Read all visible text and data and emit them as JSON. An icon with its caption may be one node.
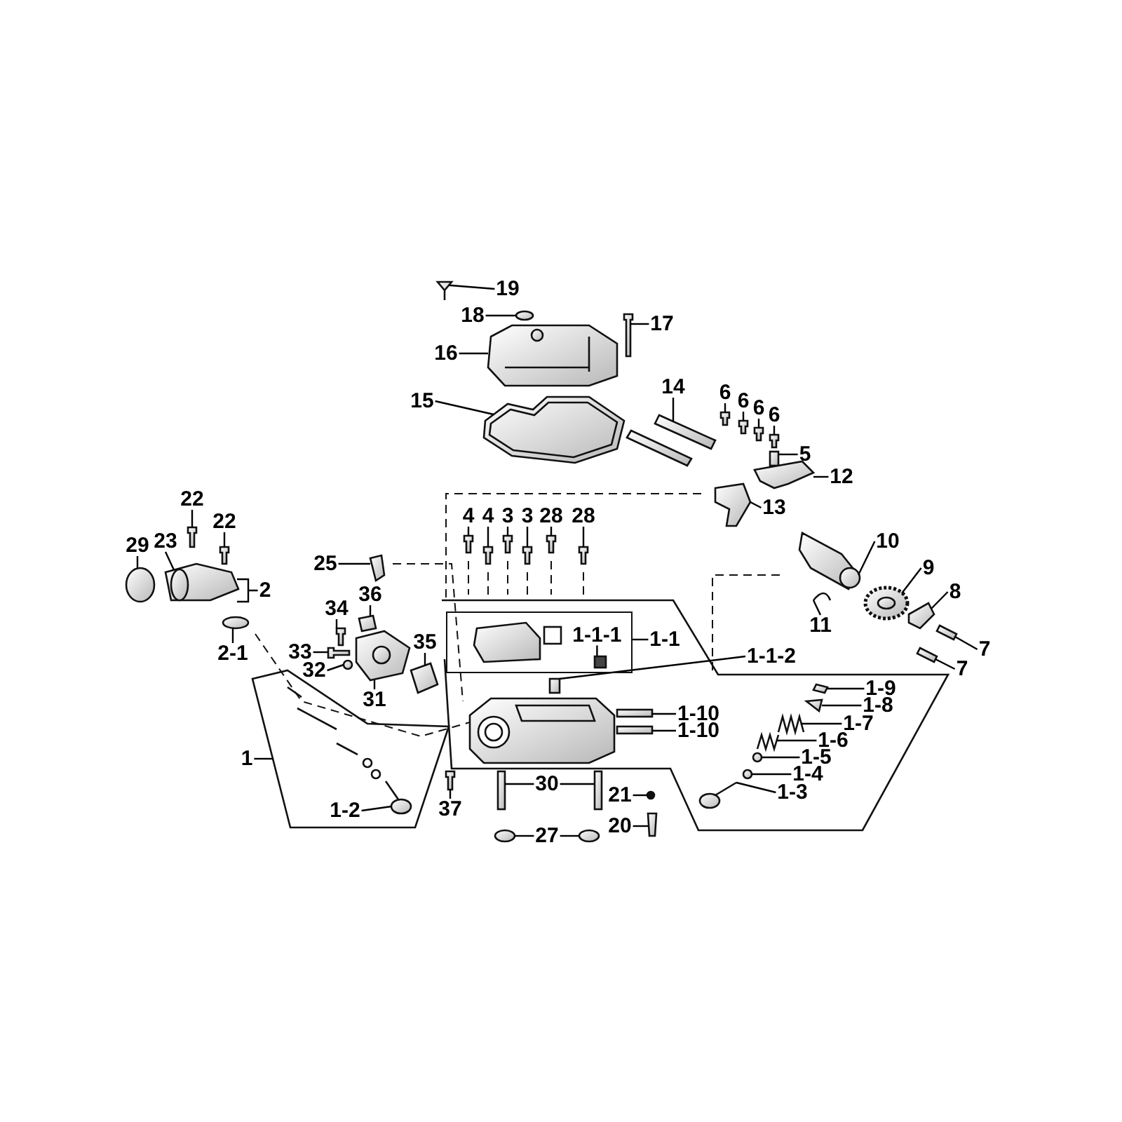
{
  "diagram": {
    "nodes": [
      {
        "text": [
          "19"
        ]
      },
      {
        "text": [
          "18"
        ]
      },
      {
        "text": [
          "17"
        ]
      },
      {
        "text": [
          "16"
        ]
      },
      {
        "text": [
          "15"
        ]
      },
      {
        "text": [
          "14"
        ]
      },
      {
        "text": [
          "6"
        ]
      },
      {
        "text": [
          "6"
        ]
      },
      {
        "text": [
          "6"
        ]
      },
      {
        "text": [
          "6"
        ]
      },
      {
        "text": [
          "5"
        ]
      },
      {
        "text": [
          "12"
        ]
      },
      {
        "text": [
          "13"
        ]
      },
      {
        "text": [
          "22"
        ]
      },
      {
        "text": [
          "22"
        ]
      },
      {
        "text": [
          "4"
        ]
      },
      {
        "text": [
          "4"
        ]
      },
      {
        "text": [
          "3"
        ]
      },
      {
        "text": [
          "3"
        ]
      },
      {
        "text": [
          "28"
        ]
      },
      {
        "text": [
          "28"
        ]
      },
      {
        "text": [
          "29"
        ]
      },
      {
        "text": [
          "23"
        ]
      },
      {
        "text": [
          "10"
        ]
      },
      {
        "text": [
          "25"
        ]
      },
      {
        "text": [
          "9"
        ]
      },
      {
        "text": [
          "2"
        ]
      },
      {
        "text": [
          "8"
        ]
      },
      {
        "text": [
          "36"
        ]
      },
      {
        "text": [
          "34"
        ]
      },
      {
        "text": [
          "11"
        ]
      },
      {
        "text": [
          "1-1-1"
        ],
        "in": 113
      },
      {
        "text": [
          "1-1"
        ]
      },
      {
        "text": [
          "33"
        ]
      },
      {
        "text": [
          "7"
        ]
      },
      {
        "text": [
          "2-1"
        ]
      },
      {
        "text": [
          "35"
        ]
      },
      {
        "text": [
          "1-1-2"
        ]
      },
      {
        "text": [
          "32"
        ]
      },
      {
        "text": [
          "7"
        ]
      },
      {
        "text": [
          "1-9"
        ]
      },
      {
        "text": [
          "31"
        ]
      },
      {
        "text": [
          "1-8"
        ]
      },
      {
        "text": [
          "1-10"
        ]
      },
      {
        "text": [
          "1-7"
        ]
      },
      {
        "text": [
          "1-10"
        ]
      },
      {
        "text": [
          "1-6"
        ]
      },
      {
        "text": [
          "1-5"
        ]
      },
      {
        "text": [
          "1"
        ]
      },
      {
        "text": [
          "1-4"
        ]
      },
      {
        "text": [
          "30"
        ]
      },
      {
        "text": [
          "1-3"
        ]
      },
      {
        "text": [
          "21"
        ]
      },
      {
        "text": [
          "37"
        ]
      },
      {
        "text": [
          "1-2"
        ]
      },
      {
        "text": [
          "20"
        ]
      },
      {
        "text": [
          "27"
        ]
      },
      {
        "text": [],
        "shape": "picture"
      },
      {
        "text": [],
        "shape": "picture"
      },
      {
        "text": [],
        "shape": "picture"
      },
      {
        "text": [],
        "shape": "picture"
      },
      {
        "text": [],
        "shape": "picture"
      },
      {
        "text": [],
        "shape": "picture"
      },
      {
        "text": [],
        "shape": "picture"
      },
      {
        "text": [],
        "shape": "picture"
      },
      {
        "text": [],
        "shape": "picture"
      },
      {
        "text": [],
        "shape": "picture"
      },
      {
        "text": [],
        "shape": "picture"
      },
      {
        "text": [],
        "shape": "picture"
      },
      {
        "text": [],
        "shape": "picture"
      },
      {
        "text": [],
        "shape": "picture"
      },
      {
        "text": [],
        "shape": "picture"
      },
      {
        "text": [],
        "shape": "picture"
      },
      {
        "text": [],
        "shape": "picture"
      },
      {
        "text": [],
        "shape": "picture"
      },
      {
        "text": [],
        "shape": "picture"
      },
      {
        "text": [],
        "shape": "picture"
      },
      {
        "text": [],
        "shape": "picture"
      },
      {
        "text": [],
        "shape": "picture"
      },
      {
        "text": [],
        "shape": "picture"
      },
      {
        "text": [],
        "shape": "picture"
      },
      {
        "text": [],
        "shape": "picture"
      },
      {
        "text": [],
        "shape": "picture"
      },
      {
        "text": [],
        "shape": "picture"
      },
      {
        "text": [],
        "shape": "picture"
      },
      {
        "text": [],
        "shape": "picture"
      },
      {
        "text": [],
        "shape": "picture"
      },
      {
        "text": [],
        "shape": "box",
        "in": 113
      },
      {
        "text": [],
        "shape": "picture"
      },
      {
        "text": [],
        "shape": "picture"
      },
      {
        "text": [],
        "shape": "picture"
      },
      {
        "text": [],
        "shape": "picture"
      },
      {
        "text": [],
        "shape": "picture"
      },
      {
        "text": [],
        "shape": "picture"
      },
      {
        "text": [],
        "shape": "picture"
      },
      {
        "text": [],
        "shape": "picture"
      },
      {
        "text": [],
        "shape": "picture"
      },
      {
        "text": [],
        "shape": "picture"
      },
      {
        "text": [],
        "shape": "picture"
      },
      {
        "text": [],
        "shape": "picture"
      },
      {
        "text": [],
        "shape": "picture"
      },
      {
        "text": [],
        "shape": "picture"
      },
      {
        "text": [],
        "shape": "picture"
      },
      {
        "text": [],
        "shape": "picture"
      },
      {
        "text": [],
        "shape": "picture"
      },
      {
        "text": [],
        "shape": "picture"
      },
      {
        "text": [],
        "shape": "picture"
      },
      {
        "text": [],
        "shape": "circle"
      },
      {
        "text": [],
        "shape": "picture"
      },
      {
        "text": [],
        "shape": "picture"
      },
      {
        "text": [],
        "shape": "picture"
      },
      {
        "text": [],
        "shape": "picture"
      },
      {
        "text": [],
        "shape": "picture"
      },
      {
        "text": [],
        "shape": "box"
      }
    ],
    "edges": [
      {
        "from": 0,
        "to": 57,
        "arrow": "none"
      },
      {
        "from": 1,
        "to": 58,
        "arrow": "none"
      },
      {
        "from": 2,
        "to": 59,
        "arrow": "none"
      },
      {
        "from": 3,
        "to": 60,
        "arrow": "none"
      },
      {
        "from": 4,
        "to": 61,
        "arrow": "none"
      },
      {
        "from": 5,
        "to": 62,
        "arrow": "none"
      },
      {
        "from": 6,
        "to": 63,
        "arrow": "none"
      },
      {
        "from": 7,
        "to": 64,
        "arrow": "none"
      },
      {
        "from": 8,
        "to": 65,
        "arrow": "none"
      },
      {
        "from": 9,
        "to": 66,
        "arrow": "none"
      },
      {
        "from": 10,
        "to": 67,
        "arrow": "none"
      },
      {
        "from": 11,
        "to": 68,
        "arrow": "none"
      },
      {
        "from": 12,
        "to": 69,
        "arrow": "none"
      },
      {
        "from": 13,
        "to": 70,
        "arrow": "none"
      },
      {
        "from": 14,
        "to": 71,
        "arrow": "none"
      },
      {
        "from": 15,
        "to": 72,
        "arrow": "none"
      },
      {
        "from": 16,
        "to": 73,
        "arrow": "none"
      },
      {
        "from": 17,
        "to": 74,
        "arrow": "none"
      },
      {
        "from": 18,
        "to": 75,
        "arrow": "none"
      },
      {
        "from": 19,
        "to": 76,
        "arrow": "none"
      },
      {
        "from": 20,
        "to": 77,
        "arrow": "none"
      },
      {
        "from": 21,
        "to": 78,
        "arrow": "none"
      },
      {
        "from": 22,
        "to": 79,
        "arrow": "none"
      },
      {
        "from": 23,
        "to": 80,
        "arrow": "none"
      },
      {
        "from": 24,
        "to": 81,
        "arrow": "none"
      },
      {
        "from": 25,
        "to": 82,
        "arrow": "none"
      },
      {
        "from": 26,
        "to": null,
        "arrow": "none"
      },
      {
        "from": 27,
        "to": 83,
        "arrow": "none"
      },
      {
        "from": 28,
        "to": 84,
        "arrow": "none"
      },
      {
        "from": 29,
        "to": 85,
        "arrow": "none"
      },
      {
        "from": 30,
        "to": 86,
        "arrow": "none"
      },
      {
        "from": 31,
        "to": 87,
        "arrow": "none"
      },
      {
        "from": 32,
        "to": 113,
        "arrow": "none"
      },
      {
        "from": 33,
        "to": 88,
        "arrow": "none"
      },
      {
        "from": 34,
        "to": 89,
        "arrow": "none"
      },
      {
        "from": 35,
        "to": 90,
        "arrow": "none"
      },
      {
        "from": 36,
        "to": 91,
        "arrow": "none"
      },
      {
        "from": 37,
        "to": 92,
        "arrow": "none"
      },
      {
        "from": 38,
        "to": 93,
        "arrow": "none"
      },
      {
        "from": 39,
        "to": 94,
        "arrow": "none"
      },
      {
        "from": 40,
        "to": 95,
        "arrow": "none"
      },
      {
        "from": 41,
        "to": 96,
        "arrow": "none"
      },
      {
        "from": 42,
        "to": 97,
        "arrow": "none"
      },
      {
        "from": 43,
        "to": 98,
        "arrow": "none"
      },
      {
        "from": 44,
        "to": 99,
        "arrow": "none"
      },
      {
        "from": 45,
        "to": 100,
        "arrow": "none"
      },
      {
        "from": 46,
        "to": 101,
        "arrow": "none"
      },
      {
        "from": 47,
        "to": 102,
        "arrow": "none"
      },
      {
        "from": 48,
        "to": null,
        "arrow": "none"
      },
      {
        "from": 49,
        "to": 103,
        "arrow": "none"
      },
      {
        "from": 50,
        "to": 104,
        "arrow": "none"
      },
      {
        "from": 50,
        "to": 105,
        "arrow": "none"
      },
      {
        "from": 51,
        "to": 106,
        "arrow": "none"
      },
      {
        "from": 52,
        "to": 107,
        "arrow": "none"
      },
      {
        "from": 53,
        "to": 108,
        "arrow": "none"
      },
      {
        "from": 54,
        "to": 109,
        "arrow": "none"
      },
      {
        "from": 55,
        "to": 110,
        "arrow": "none"
      },
      {
        "from": 56,
        "to": 111,
        "arrow": "none"
      },
      {
        "from": 56,
        "to": 112,
        "arrow": "none"
      }
    ]
  }
}
